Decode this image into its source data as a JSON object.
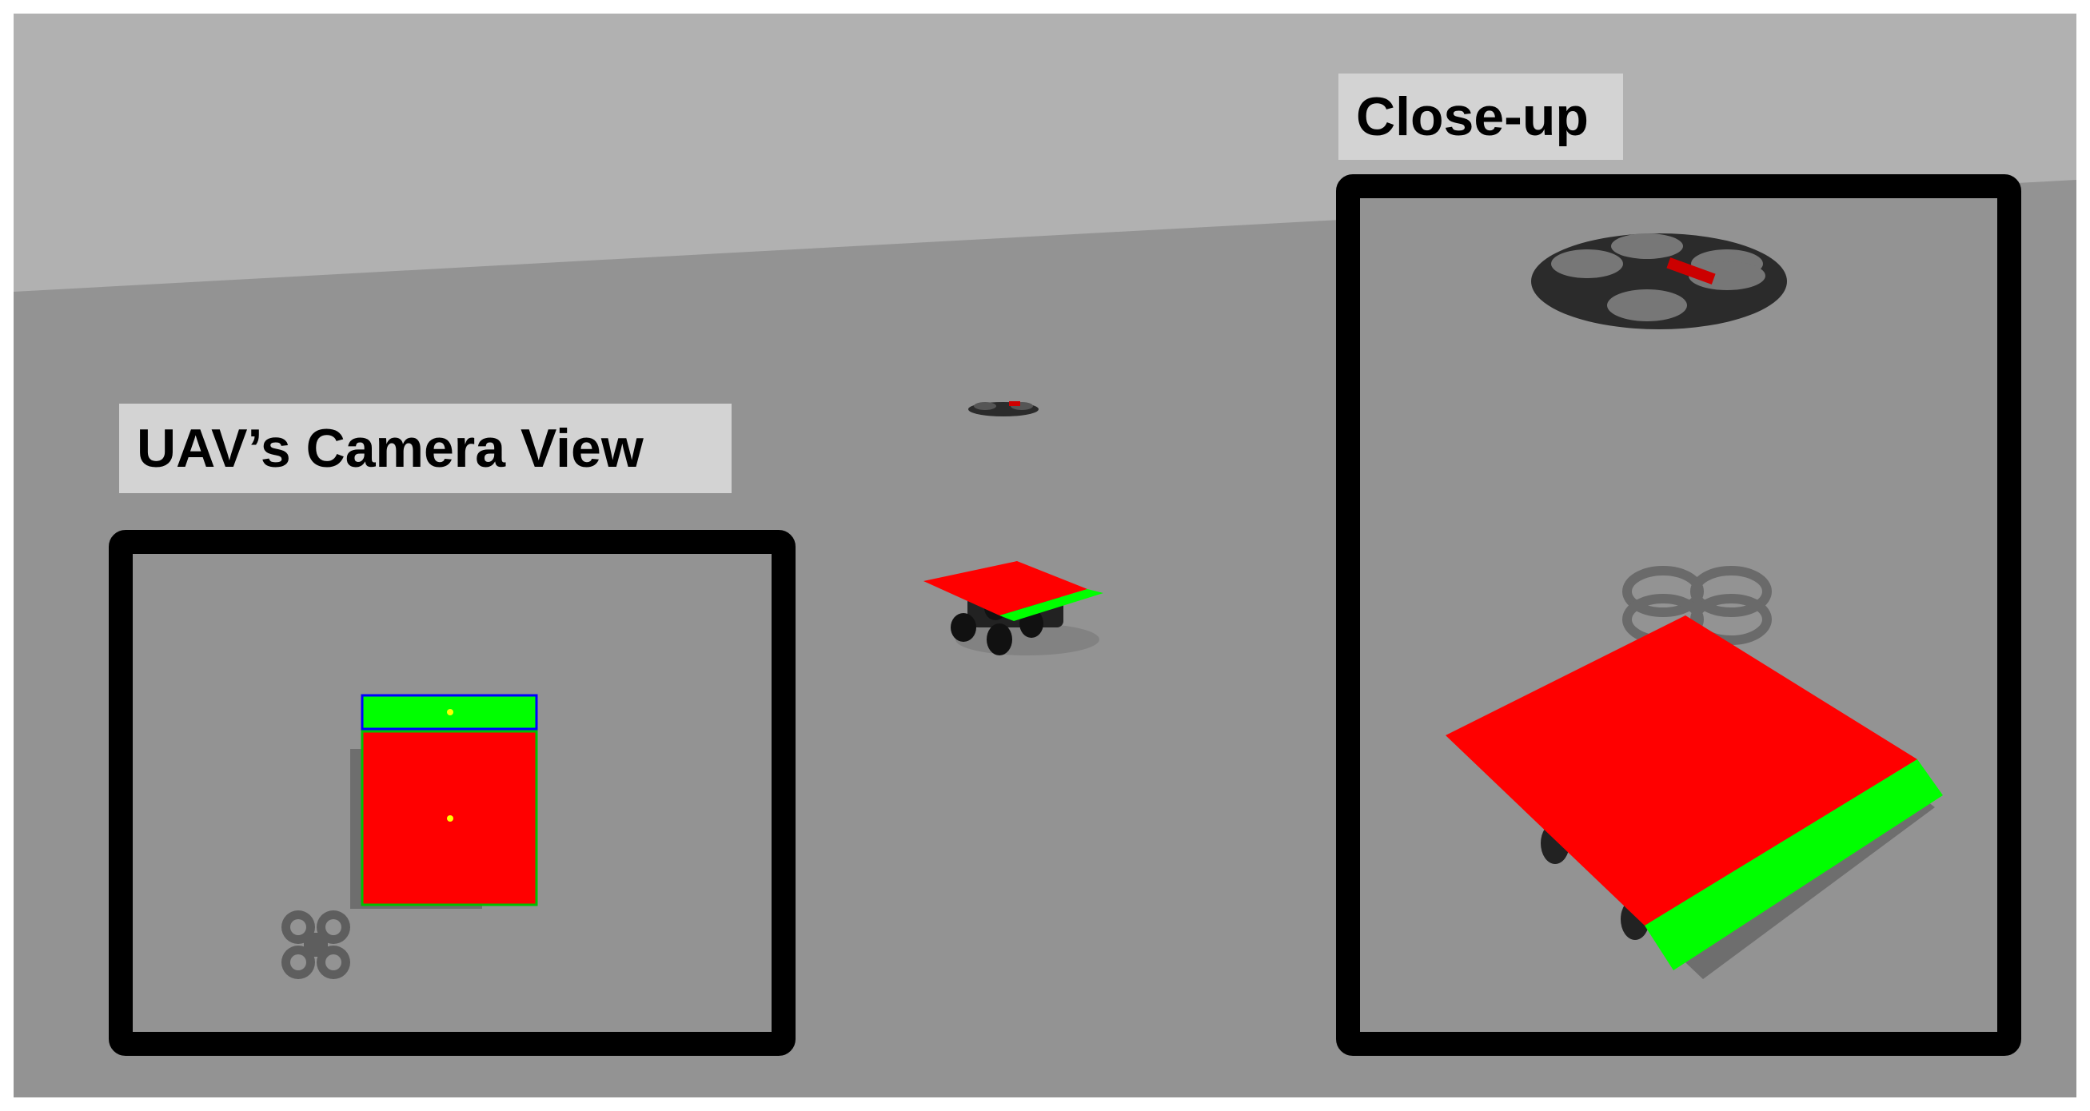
{
  "labels": {
    "camera_view": "UAV’s Camera View",
    "close_up": "Close-up"
  },
  "colors": {
    "sky": "#b1b1b1",
    "ground": "#939393",
    "frame": "#000000",
    "label_bg": "#d3d3d3",
    "platform_red": "#ff0000",
    "platform_green": "#00ff00",
    "detection_box": "#0000ff",
    "centroid": "#ffff00",
    "drone_body": "#2b2b2b",
    "shadow": "#6e6e6e"
  },
  "icons": [
    "quadcopter-drone",
    "ground-robot",
    "landing-platform",
    "drone-shadow"
  ]
}
